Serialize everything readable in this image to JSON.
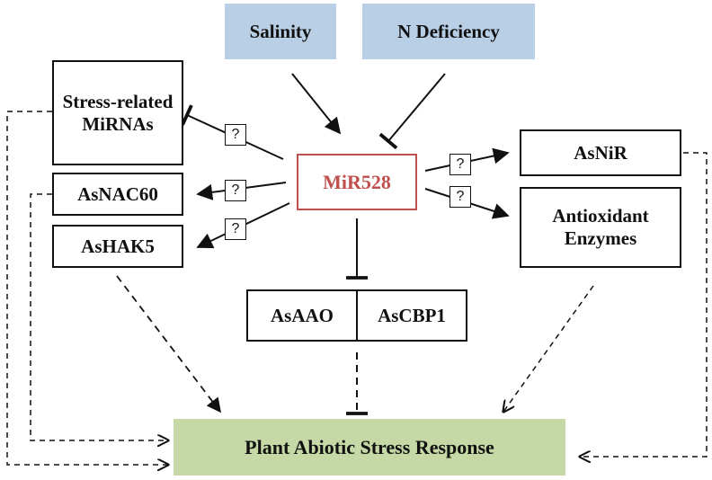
{
  "diagram": {
    "inputs": {
      "salinity": "Salinity",
      "n_deficiency": "N Deficiency"
    },
    "center": "MiR528",
    "left_targets": {
      "stress_mirnas": "Stress-related MiRNAs",
      "asnac60": "AsNAC60",
      "ashak5": "AsHAK5"
    },
    "right_targets": {
      "asnir": "AsNiR",
      "antioxidant": "Antioxidant Enzymes"
    },
    "bottom_targets": {
      "asaao": "AsAAO",
      "ascbp1": "AsCBP1"
    },
    "output": "Plant Abiotic Stress Response",
    "unknown_marker": "?"
  },
  "colors": {
    "input_box": "#b9cfe6",
    "output_box": "#c5d8a6",
    "center_box": "#c0504d",
    "lines": "#111111"
  }
}
